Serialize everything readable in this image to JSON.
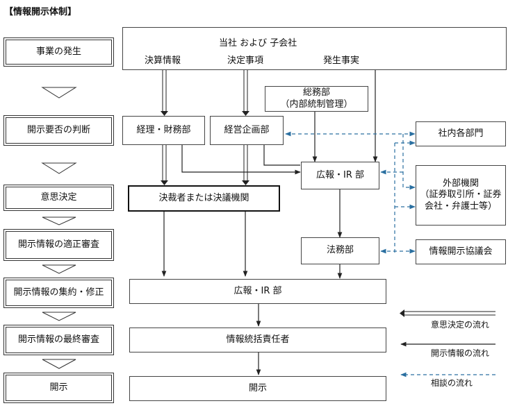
{
  "title": "【情報開示体制】",
  "steps": [
    "事業の発生",
    "開示要否の判断",
    "意思決定",
    "開示情報の適正審査",
    "開示情報の集約・修正",
    "開示情報の最終審査",
    "開示"
  ],
  "top_box": {
    "title": "当社 および 子会社",
    "items": [
      "決算情報",
      "決定事項",
      "発生事実"
    ]
  },
  "soumu": {
    "line1": "総務部",
    "line2": "（内部統制管理）"
  },
  "keiri": "経理・財務部",
  "keiei": "経営企画部",
  "pr_ir_upper": "広報・IR 部",
  "kessai": "決裁者または決議機関",
  "houmu": "法務部",
  "shanai": "社内各部門",
  "gaibu": {
    "line1": "外部機関",
    "line2": "（証券取引所・証券",
    "line3": "会社・弁護士等）"
  },
  "kyogikai": "情報開示協議会",
  "pr_ir_lower": "広報・IR 部",
  "sekininsha": "情報統括責任者",
  "kaiji": "開示",
  "legend": {
    "decision": "意思決定の流れ",
    "info": "開示情報の流れ",
    "consult": "相談の流れ"
  }
}
